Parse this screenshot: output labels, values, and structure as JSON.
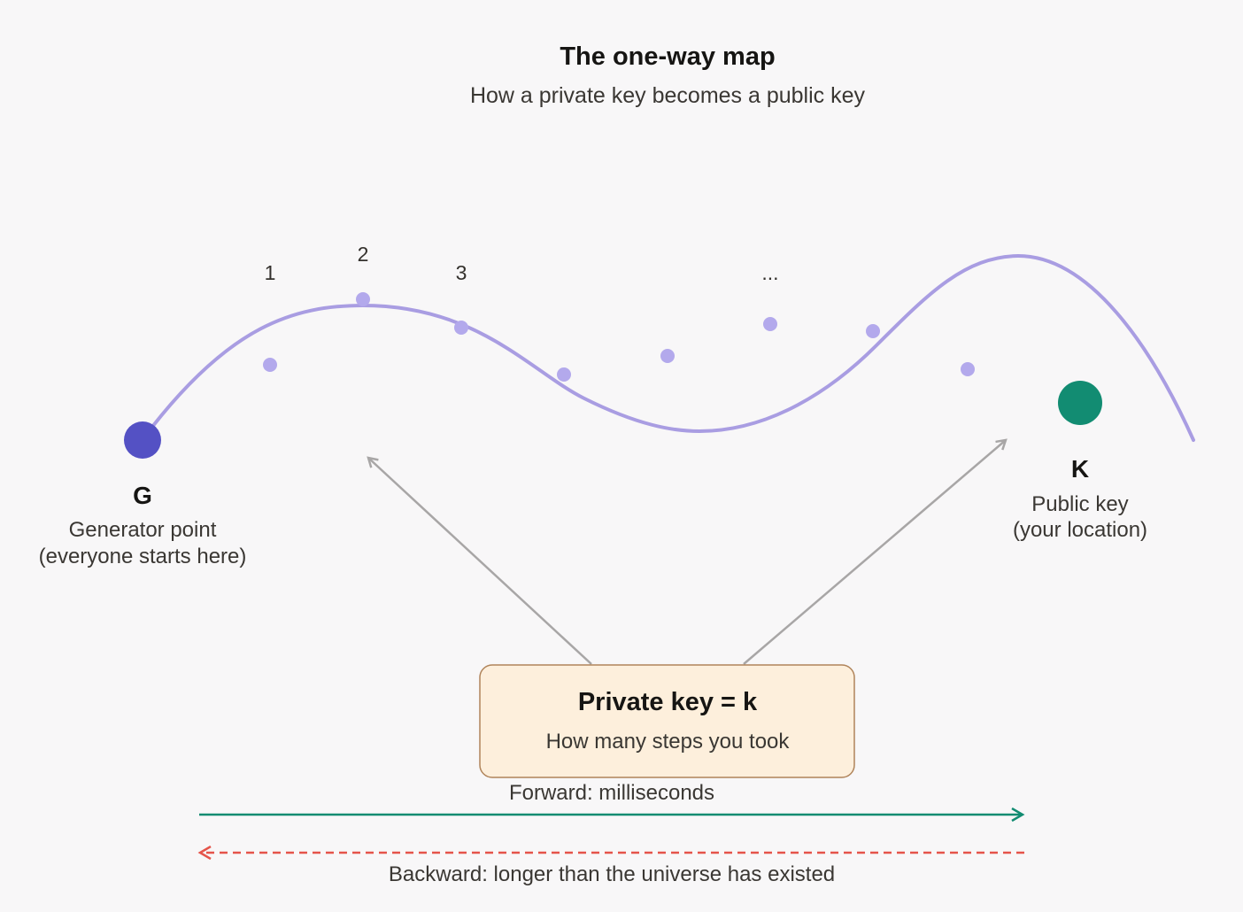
{
  "title": "The one-way map",
  "subtitle": "How a private key becomes a public key",
  "steps": {
    "label_1": "1",
    "label_2": "2",
    "label_3": "3",
    "label_more": "..."
  },
  "generator": {
    "letter": "G",
    "line1": "Generator point",
    "line2": "(everyone starts here)",
    "color": "#5451c4"
  },
  "public_key": {
    "letter": "K",
    "line1": "Public key",
    "line2": "(your location)",
    "color": "#128c72"
  },
  "private_key_box": {
    "title": "Private key = k",
    "subtitle": "How many steps you took",
    "fill": "#fdefdc",
    "border": "#b0845a"
  },
  "forward": {
    "caption": "Forward: milliseconds",
    "color": "#128c72"
  },
  "backward": {
    "caption": "Backward: longer than the universe has existed",
    "color": "#e5544a"
  },
  "colors": {
    "curve": "#a99de2",
    "step_dot": "#b3a9ec",
    "pointer_arrow": "#a8a6a6"
  }
}
